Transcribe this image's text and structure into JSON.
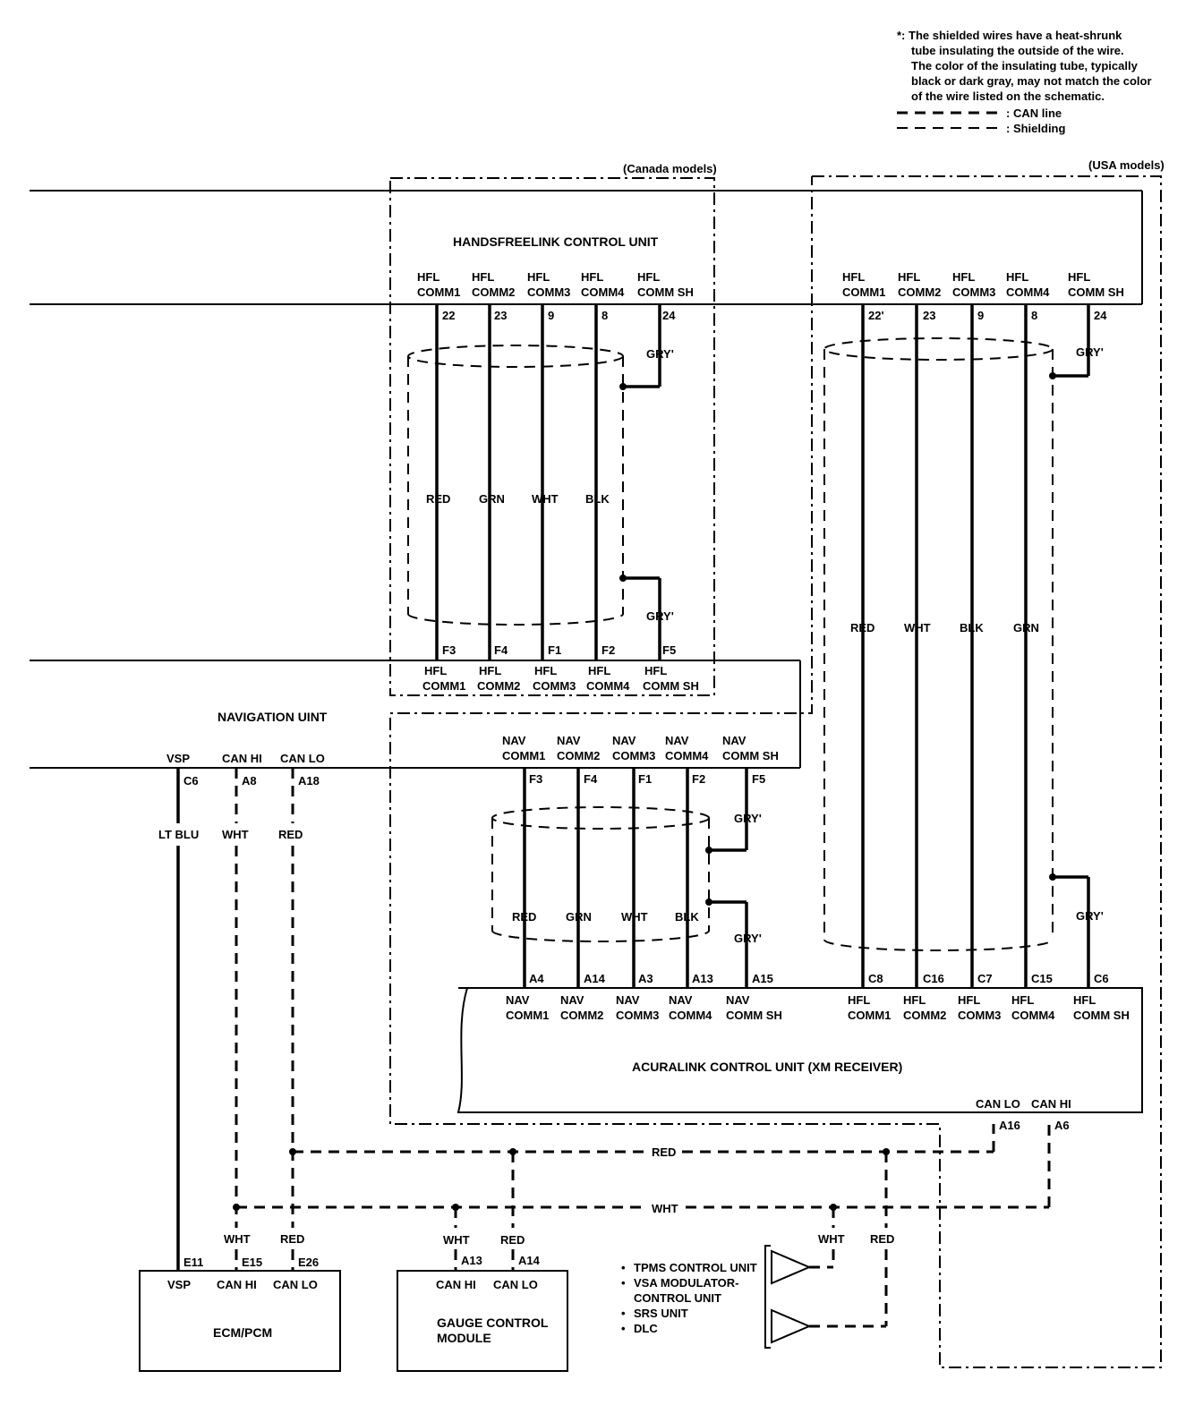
{
  "note": {
    "lines": [
      "*: The shielded wires have a heat-shrunk",
      "tube insulating the outside of the wire.",
      "The color of the insulating tube, typically",
      "black or dark gray, may not match the color",
      "of the wire listed on the schematic."
    ],
    "can_line": ": CAN line",
    "shielding": ": Shielding"
  },
  "regions": {
    "canada": "(Canada models)",
    "usa": "(USA models)"
  },
  "hfl_unit": {
    "title": "HANDSFREELINK CONTROL UNIT",
    "canada_pins": [
      {
        "l1": "HFL",
        "l2": "COMM1",
        "pin": "22"
      },
      {
        "l1": "HFL",
        "l2": "COMM2",
        "pin": "23"
      },
      {
        "l1": "HFL",
        "l2": "COMM3",
        "pin": "9"
      },
      {
        "l1": "HFL",
        "l2": "COMM4",
        "pin": "8"
      },
      {
        "l1": "HFL",
        "l2": "COMM SH",
        "pin": "24"
      }
    ],
    "usa_pins": [
      {
        "l1": "HFL",
        "l2": "COMM1",
        "pin": "22'"
      },
      {
        "l1": "HFL",
        "l2": "COMM2",
        "pin": "23"
      },
      {
        "l1": "HFL",
        "l2": "COMM3",
        "pin": "9"
      },
      {
        "l1": "HFL",
        "l2": "COMM4",
        "pin": "8"
      },
      {
        "l1": "HFL",
        "l2": "COMM SH",
        "pin": "24"
      }
    ]
  },
  "canada_wires": [
    "RED",
    "GRN",
    "WHT",
    "BLK"
  ],
  "canada_shield_color": "GRY'",
  "nav_unit": {
    "title": "NAVIGATION UINT",
    "hfl_pins": [
      {
        "l1": "HFL",
        "l2": "COMM1",
        "pin": "F3"
      },
      {
        "l1": "HFL",
        "l2": "COMM2",
        "pin": "F4"
      },
      {
        "l1": "HFL",
        "l2": "COMM3",
        "pin": "F1"
      },
      {
        "l1": "HFL",
        "l2": "COMM4",
        "pin": "F2"
      },
      {
        "l1": "HFL",
        "l2": "COMM SH",
        "pin": "F5"
      }
    ],
    "nav_pins": [
      {
        "l1": "NAV",
        "l2": "COMM1",
        "pin": "F3"
      },
      {
        "l1": "NAV",
        "l2": "COMM2",
        "pin": "F4"
      },
      {
        "l1": "NAV",
        "l2": "COMM3",
        "pin": "F1"
      },
      {
        "l1": "NAV",
        "l2": "COMM4",
        "pin": "F2"
      },
      {
        "l1": "NAV",
        "l2": "COMM SH",
        "pin": "F5"
      }
    ],
    "left_pins": [
      {
        "name": "VSP",
        "pin": "C6",
        "color": "LT BLU"
      },
      {
        "name": "CAN HI",
        "pin": "A8",
        "color": "WHT"
      },
      {
        "name": "CAN LO",
        "pin": "A18",
        "color": "RED"
      }
    ]
  },
  "nav_wires": [
    "RED",
    "GRN",
    "WHT",
    "BLK"
  ],
  "nav_shield_color": "GRY'",
  "usa_wires": [
    "RED",
    "WHT",
    "BLK",
    "GRN"
  ],
  "usa_shield_color": "GRY'",
  "acuralink": {
    "title": "ACURALINK CONTROL UNIT (XM RECEIVER)",
    "nav_pins": [
      {
        "l1": "NAV",
        "l2": "COMM1",
        "pin": "A4"
      },
      {
        "l1": "NAV",
        "l2": "COMM2",
        "pin": "A14"
      },
      {
        "l1": "NAV",
        "l2": "COMM3",
        "pin": "A3"
      },
      {
        "l1": "NAV",
        "l2": "COMM4",
        "pin": "A13"
      },
      {
        "l1": "NAV",
        "l2": "COMM SH",
        "pin": "A15"
      }
    ],
    "hfl_pins": [
      {
        "l1": "HFL",
        "l2": "COMM1",
        "pin": "C8"
      },
      {
        "l1": "HFL",
        "l2": "COMM2",
        "pin": "C16"
      },
      {
        "l1": "HFL",
        "l2": "COMM3",
        "pin": "C7"
      },
      {
        "l1": "HFL",
        "l2": "COMM4",
        "pin": "C15"
      },
      {
        "l1": "HFL",
        "l2": "COMM SH",
        "pin": "C6"
      }
    ],
    "can_lo": "CAN LO",
    "can_lo_pin": "A16",
    "can_hi": "CAN HI",
    "can_hi_pin": "A6"
  },
  "can_bus": {
    "red": "RED",
    "wht": "WHT"
  },
  "ecm": {
    "title": "ECM/PCM",
    "pins": [
      {
        "name": "VSP",
        "pin": "E11",
        "color": ""
      },
      {
        "name": "CAN HI",
        "pin": "E15",
        "color": "WHT"
      },
      {
        "name": "CAN LO",
        "pin": "E26",
        "color": "RED"
      }
    ]
  },
  "gauge": {
    "title_l1": "GAUGE CONTROL",
    "title_l2": "MODULE",
    "pins": [
      {
        "name": "CAN HI",
        "pin": "A13",
        "color": "WHT"
      },
      {
        "name": "CAN LO",
        "pin": "A14",
        "color": "RED"
      }
    ]
  },
  "others": {
    "items": [
      "TPMS CONTROL UNIT",
      "VSA MODULATOR-",
      "CONTROL UNIT",
      "SRS UNIT",
      "DLC"
    ],
    "wht": "WHT",
    "red": "RED"
  }
}
